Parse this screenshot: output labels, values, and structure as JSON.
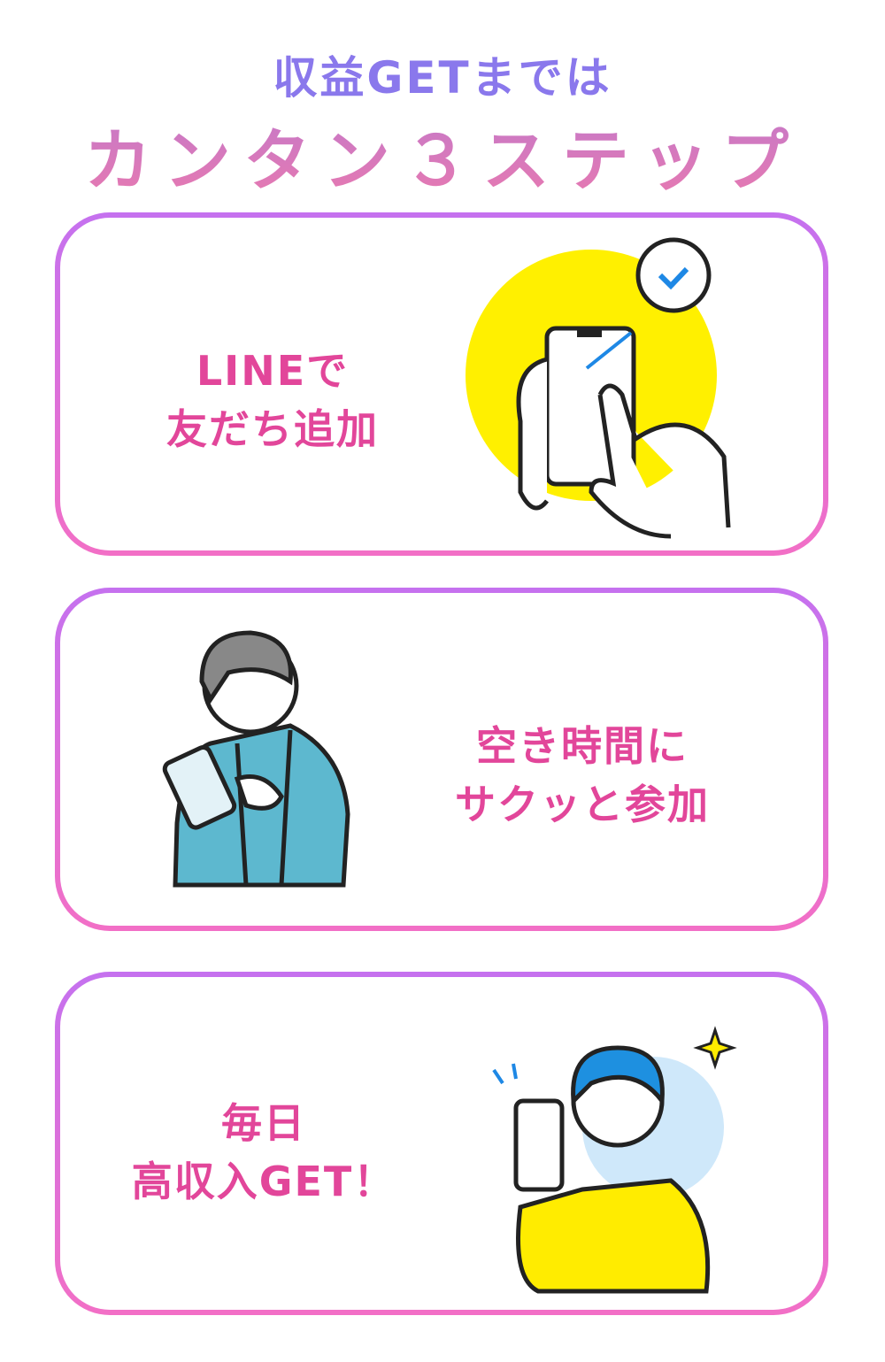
{
  "header": {
    "subtitle": "収益GETまでは",
    "title": "カンタン３ステップ"
  },
  "steps": [
    {
      "line1": "LINEで",
      "line2": "友だち追加"
    },
    {
      "line1": "空き時間に",
      "line2": "サクッと参加"
    },
    {
      "line1": "毎日",
      "line2": "高収入GET！"
    }
  ]
}
